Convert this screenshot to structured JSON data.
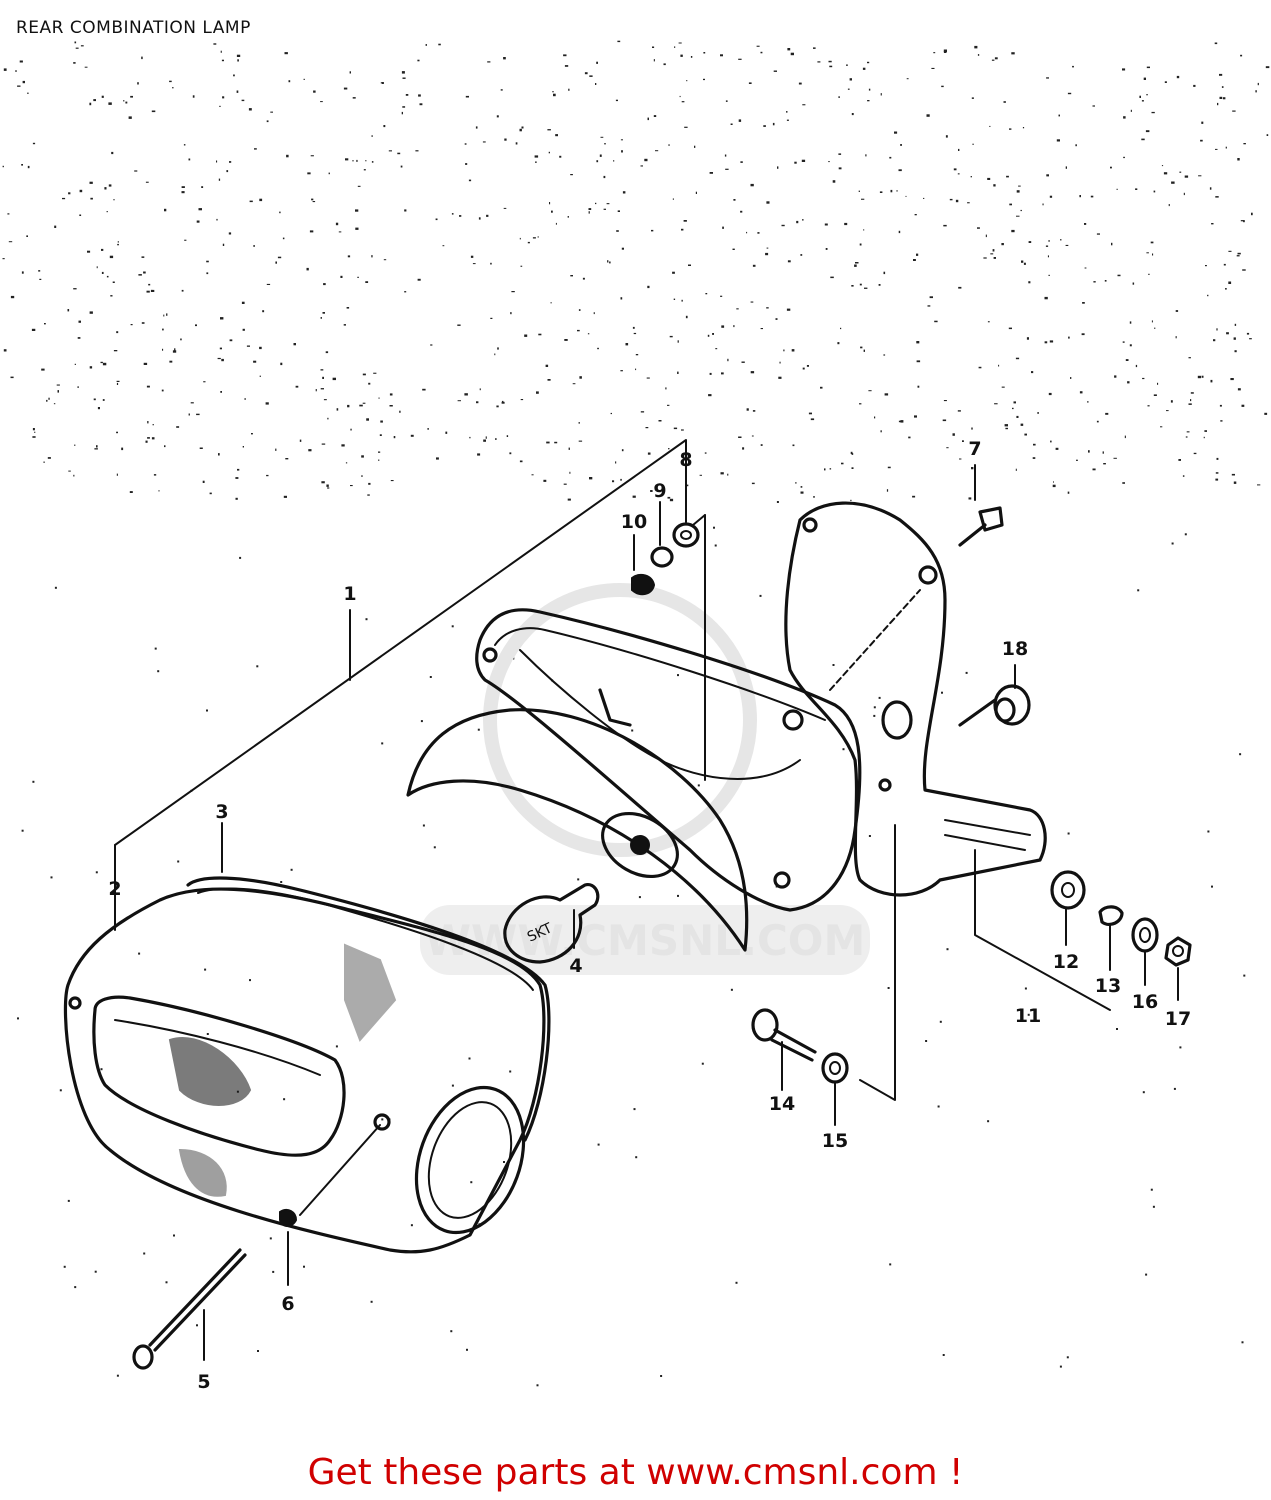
{
  "page": {
    "title": "REAR COMBINATION LAMP",
    "footer": "Get these parts at www.cmsnl.com !"
  },
  "watermark": {
    "text": "WWW.CMSNL.COM"
  },
  "callouts": [
    "1",
    "2",
    "3",
    "4",
    "5",
    "6",
    "7",
    "8",
    "9",
    "10",
    "11",
    "12",
    "13",
    "14",
    "15",
    "16",
    "17",
    "18"
  ],
  "colors": {
    "footer_text": "#d00000",
    "ink": "#111111",
    "watermark": "#e4e4e4"
  }
}
